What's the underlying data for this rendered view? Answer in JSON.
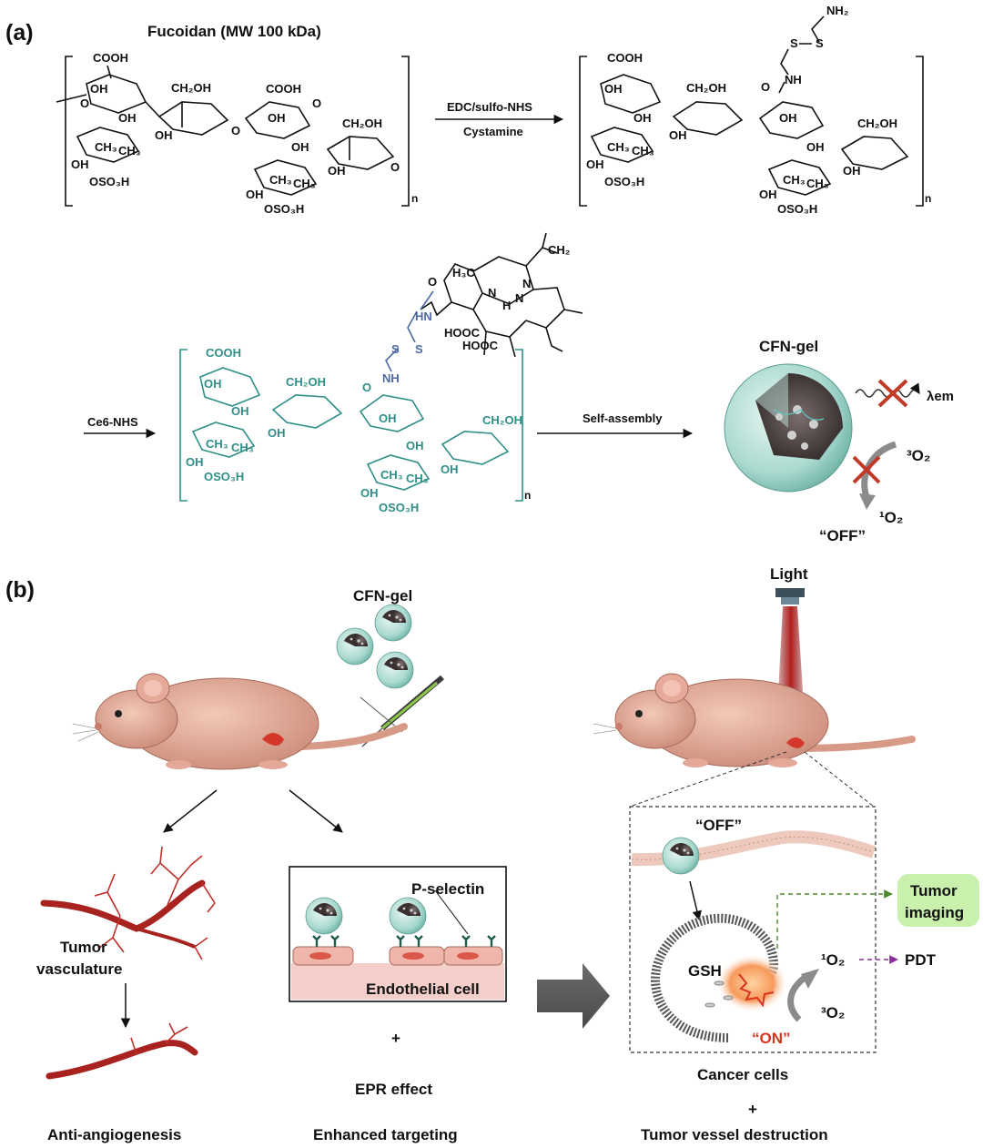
{
  "panel_a": {
    "label": "(a)",
    "title": "Fucoidan (MW 100 kDa)",
    "step1_reagent": "EDC/sulfo-NHS",
    "step1_reagent2": "Cystamine",
    "step2_reagent": "Ce6-NHS",
    "step3_label": "Self-assembly",
    "product_name": "CFN-gel",
    "emission_label": "λem",
    "triplet_oxygen": "³O₂",
    "singlet_oxygen": "¹O₂",
    "off_label": "“OFF”",
    "groups": {
      "cooh": "COOH",
      "oh": "OH",
      "ch2oh": "CH₂OH",
      "ch3": "CH₃",
      "oso3h": "OSO₃H",
      "nh2": "NH₂",
      "nh": "NH",
      "hn": "HN",
      "s": "S",
      "o": "O",
      "n": "N",
      "h": "H",
      "h3c": "H₃C",
      "ch2": "CH₂",
      "hooc": "HOOC",
      "subscript_n": "n"
    }
  },
  "panel_b": {
    "label": "(b)",
    "cfn_gel": "CFN-gel",
    "light": "Light",
    "tumor_vasculature": "Tumor vasculature",
    "p_selectin": "P-selectin",
    "endothelial_cell": "Endothelial cell",
    "plus": "+",
    "epr_effect": "EPR effect",
    "anti_angiogenesis": "Anti-angiogenesis",
    "enhanced_targeting": "Enhanced targeting",
    "off_label": "“OFF”",
    "on_label": "“ON”",
    "gsh": "GSH",
    "tumor_imaging": "Tumor imaging",
    "singlet_oxygen": "¹O₂",
    "triplet_oxygen": "³O₂",
    "pdt": "PDT",
    "cancer_cells": "Cancer cells",
    "tumor_vessel_destruction": "Tumor vessel destruction"
  },
  "colors": {
    "teal": "#2f8f88",
    "vessel_red": "#a8231f",
    "mouse_skin": "#e9b6a4",
    "imaging_glow": "#9ee36a",
    "on_red": "#d9331f",
    "pdt_purple": "#8a2b9c",
    "arrow_gray": "#5a5a5a"
  },
  "icons": [
    "mouse-icon",
    "syringe-icon",
    "light-source-icon",
    "nanogel-icon",
    "red-cross-icon",
    "blood-vessel-icon",
    "cell-membrane-icon"
  ]
}
